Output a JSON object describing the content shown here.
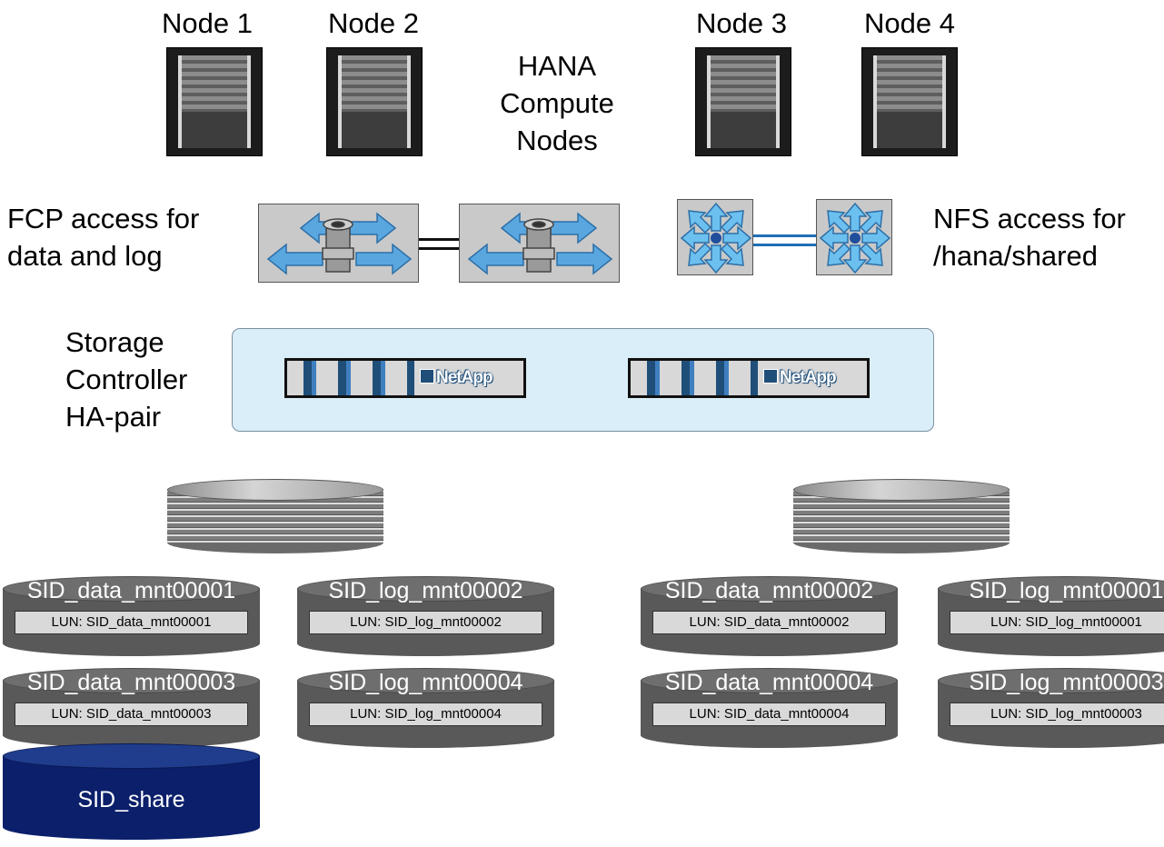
{
  "nodes": [
    "Node 1",
    "Node 2",
    "Node 3",
    "Node 4"
  ],
  "compute_label": [
    "HANA",
    "Compute",
    "Nodes"
  ],
  "fcp_label": [
    "FCP access for",
    "data and log"
  ],
  "nfs_label": [
    "NFS access for",
    "/hana/shared"
  ],
  "storage_label": [
    "Storage",
    "Controller",
    "HA-pair"
  ],
  "controller_brand": "NetApp",
  "volumes": [
    {
      "name": "SID_data_mnt00001",
      "lun": "LUN: SID_data_mnt00001"
    },
    {
      "name": "SID_log_mnt00002",
      "lun": "LUN: SID_log_mnt00002"
    },
    {
      "name": "SID_data_mnt00003",
      "lun": "LUN: SID_data_mnt00003"
    },
    {
      "name": "SID_log_mnt00004",
      "lun": "LUN: SID_log_mnt00004"
    },
    {
      "name": "SID_data_mnt00002",
      "lun": "LUN: SID_data_mnt00002"
    },
    {
      "name": "SID_log_mnt00001",
      "lun": "LUN: SID_log_mnt00001"
    },
    {
      "name": "SID_data_mnt00004",
      "lun": "LUN: SID_data_mnt00004"
    },
    {
      "name": "SID_log_mnt00003",
      "lun": "LUN: SID_log_mnt00003"
    }
  ],
  "share": "SID_share",
  "colors": {
    "fc_arrow": "#5aa7e0",
    "nfs_link": "#1f6fb5",
    "controller_bg": "#daeef9",
    "share_blue": "#0b1f6b",
    "volume_gray": "#595959"
  }
}
